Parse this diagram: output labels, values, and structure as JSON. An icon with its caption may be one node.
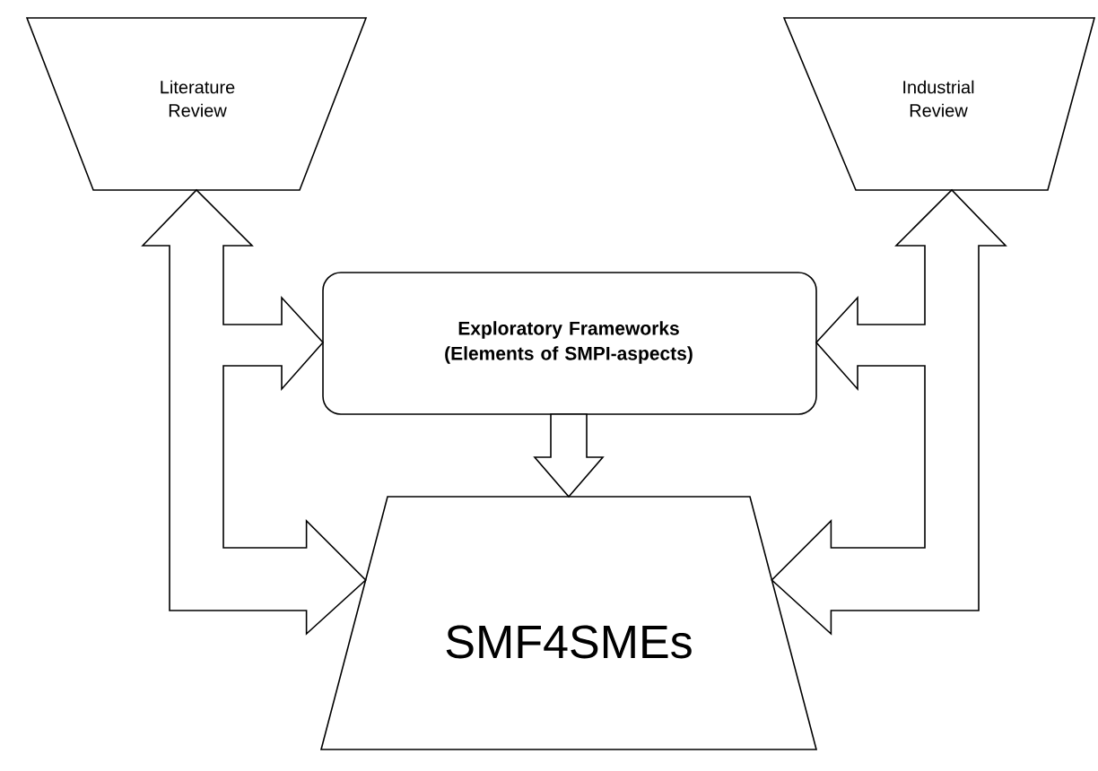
{
  "diagram": {
    "nodes": [
      {
        "text": [
          "Literature Review"
        ]
      },
      {
        "text": [
          "Industrial Review"
        ]
      },
      {
        "text": [
          "Exploratory Frameworks (Elements of SMPI-aspects)"
        ]
      },
      {
        "text": [
          "SMF4SMEs"
        ]
      }
    ],
    "edges": [
      {
        "from": 0,
        "to": 2,
        "arrow": "both"
      },
      {
        "from": 0,
        "to": 3,
        "arrow": "both"
      },
      {
        "from": 1,
        "to": 2,
        "arrow": "both"
      },
      {
        "from": 1,
        "to": 3,
        "arrow": "both"
      },
      {
        "from": 2,
        "to": 3,
        "arrow": "to"
      }
    ]
  }
}
